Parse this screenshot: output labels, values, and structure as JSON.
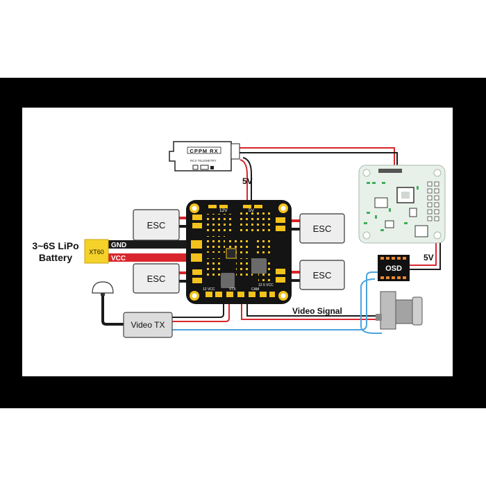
{
  "labels": {
    "cppm_rx": "CPPM RX",
    "rx_telemetry": "RCX TELEMETRY",
    "five_v_top": "5V",
    "esc": "ESC",
    "battery_line1": "3~6S LiPo",
    "battery_line2": "Battery",
    "xt60": "XT60",
    "gnd": "GND",
    "vcc": "VCC",
    "rail_12v": "12V",
    "rail_5v": "5V",
    "osd": "OSD",
    "five_v_right": "5V",
    "video_tx": "Video TX",
    "video_signal": "Video Signal",
    "pdb_12vcc": "12 VCC",
    "pdb_vtx": "VTX",
    "pdb_cam": "CAM",
    "pdb_5vcc": "12 5 VCC"
  },
  "colors": {
    "frame": "#000000",
    "pcb": "#141414",
    "pad": "#f3c21c",
    "wire_red": "#d8262c",
    "wire_black": "#1a1a1a",
    "wire_blue": "#4aa3dc",
    "xt60": "#f5d22a",
    "component_fill": "#eeeeee",
    "fc_board": "#e7f1e9",
    "osd_orange": "#e8892e"
  }
}
